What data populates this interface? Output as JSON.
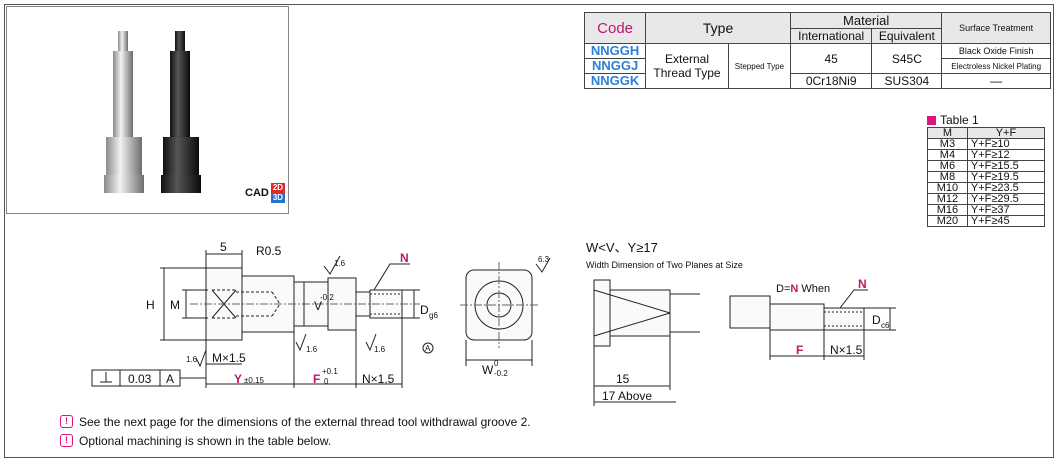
{
  "cad": {
    "text": "CAD",
    "b2": "2D",
    "b3": "3D"
  },
  "code_table": {
    "h_code": "Code",
    "h_type": "Type",
    "h_material": "Material",
    "h_international": "International",
    "h_equivalent": "Equivalent",
    "h_surface": "Surface Treatment",
    "codes": [
      "NNGGH",
      "NNGGJ",
      "NNGGK"
    ],
    "type_line1": "External",
    "type_line2": "Thread Type",
    "stepped": "Stepped Type",
    "intl_1": "45",
    "equiv_1": "S45C",
    "intl_2": "0Cr18Ni9",
    "equiv_2": "SUS304",
    "surface_1": "Black Oxide Finish",
    "surface_2": "Electroless Nickel Plating",
    "surface_3": "—"
  },
  "table1": {
    "title": "Table 1",
    "h_m": "M",
    "h_yf": "Y+F",
    "rows": [
      {
        "m": "M3",
        "yf": "Y+F≥10"
      },
      {
        "m": "M4",
        "yf": "Y+F≥12"
      },
      {
        "m": "M6",
        "yf": "Y+F≥15.5"
      },
      {
        "m": "M8",
        "yf": "Y+F≥19.5"
      },
      {
        "m": "M10",
        "yf": "Y+F≥23.5"
      },
      {
        "m": "M12",
        "yf": "Y+F≥29.5"
      },
      {
        "m": "M16",
        "yf": "Y+F≥37"
      },
      {
        "m": "M20",
        "yf": "Y+F≥45"
      }
    ]
  },
  "drawing": {
    "d5": "5",
    "r05": "R0.5",
    "h": "H",
    "m": "M",
    "v": "V",
    "v_tol": "-0.2",
    "v_tol_top": "0",
    "n": "N",
    "dg6": "D",
    "dg6_sub": "g6",
    "r16a": "1.6",
    "r16b": "1.6",
    "r16c": "1.6",
    "r16d": "1.6",
    "r63": "6.3",
    "mx15": "M×1.5",
    "y": "Y",
    "y_tol": "±0.15",
    "f": "F",
    "f_tol_top": "+0.1",
    "f_tol_bot": "0",
    "nx15": "N×1.5",
    "datum_a": "A",
    "perp_val": "0.03",
    "perp_ref": "A",
    "w": "W",
    "w_tol_top": "0",
    "w_tol_bot": "-0.2",
    "cond_title": "W<V、Y≥17",
    "cond_sub": "Width Dimension of Two Planes at Size",
    "d15": "15",
    "d17": "17 Above",
    "when_d": "D=",
    "when_n": "N",
    "when_txt": " When",
    "n2": "N",
    "f2": "F",
    "nx15b": "N×1.5",
    "dc6": "D",
    "dc6_sub": "c6"
  },
  "notes": [
    "See the next page for the dimensions of the external thread tool withdrawal groove 2.",
    "Optional machining is shown in the table below."
  ]
}
